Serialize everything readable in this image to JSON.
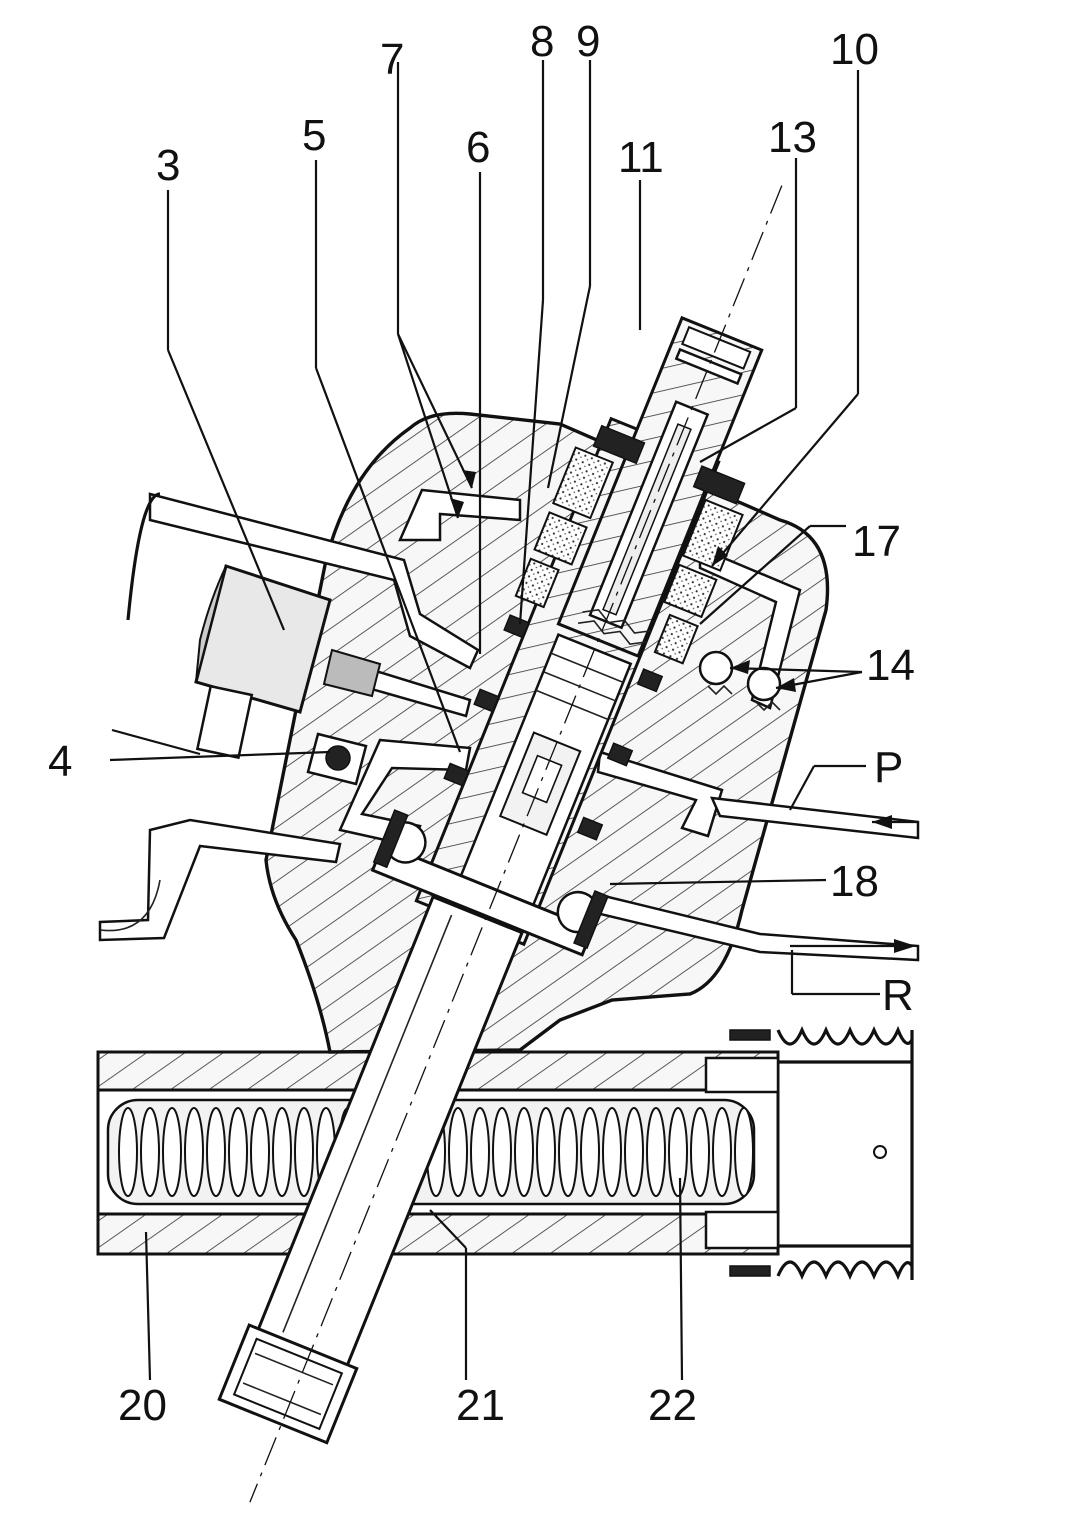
{
  "labels": {
    "l3": "3",
    "l4": "4",
    "l5": "5",
    "l6": "6",
    "l7": "7",
    "l8": "8",
    "l9": "9",
    "l10": "10",
    "l11": "11",
    "l13": "13",
    "l14": "14",
    "l17": "17",
    "l18": "18",
    "lP": "P",
    "lR": "R",
    "l20": "20",
    "l21": "21",
    "l22": "22"
  }
}
